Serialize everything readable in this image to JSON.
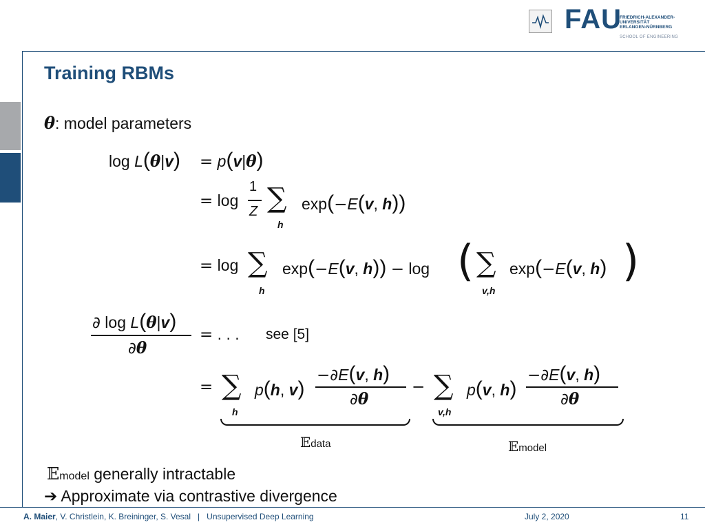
{
  "header": {
    "logo_word": "FAU",
    "university_lines": [
      "FRIEDRICH-ALEXANDER-",
      "UNIVERSITÄT",
      "ERLANGEN-NÜRNBERG"
    ],
    "school": "SCHOOL OF ENGINEERING"
  },
  "slide": {
    "title": "Training RBMs",
    "theta_symbol": "θ",
    "theta_desc": ": model parameters",
    "see_ref": "see [5]",
    "e_data_sub": "data",
    "e_model_sub": "model",
    "note_intractable": " generally intractable",
    "note_arrow": "➔",
    "note_approx": " Approximate via contrastive divergence"
  },
  "footer": {
    "authors_bold": "A. Maier",
    "authors_rest": ", V. Christlein, K. Breininger, S. Vesal",
    "separator": "|",
    "course": "Unsupervised Deep Learning",
    "date": "July 2, 2020",
    "page": "11"
  }
}
